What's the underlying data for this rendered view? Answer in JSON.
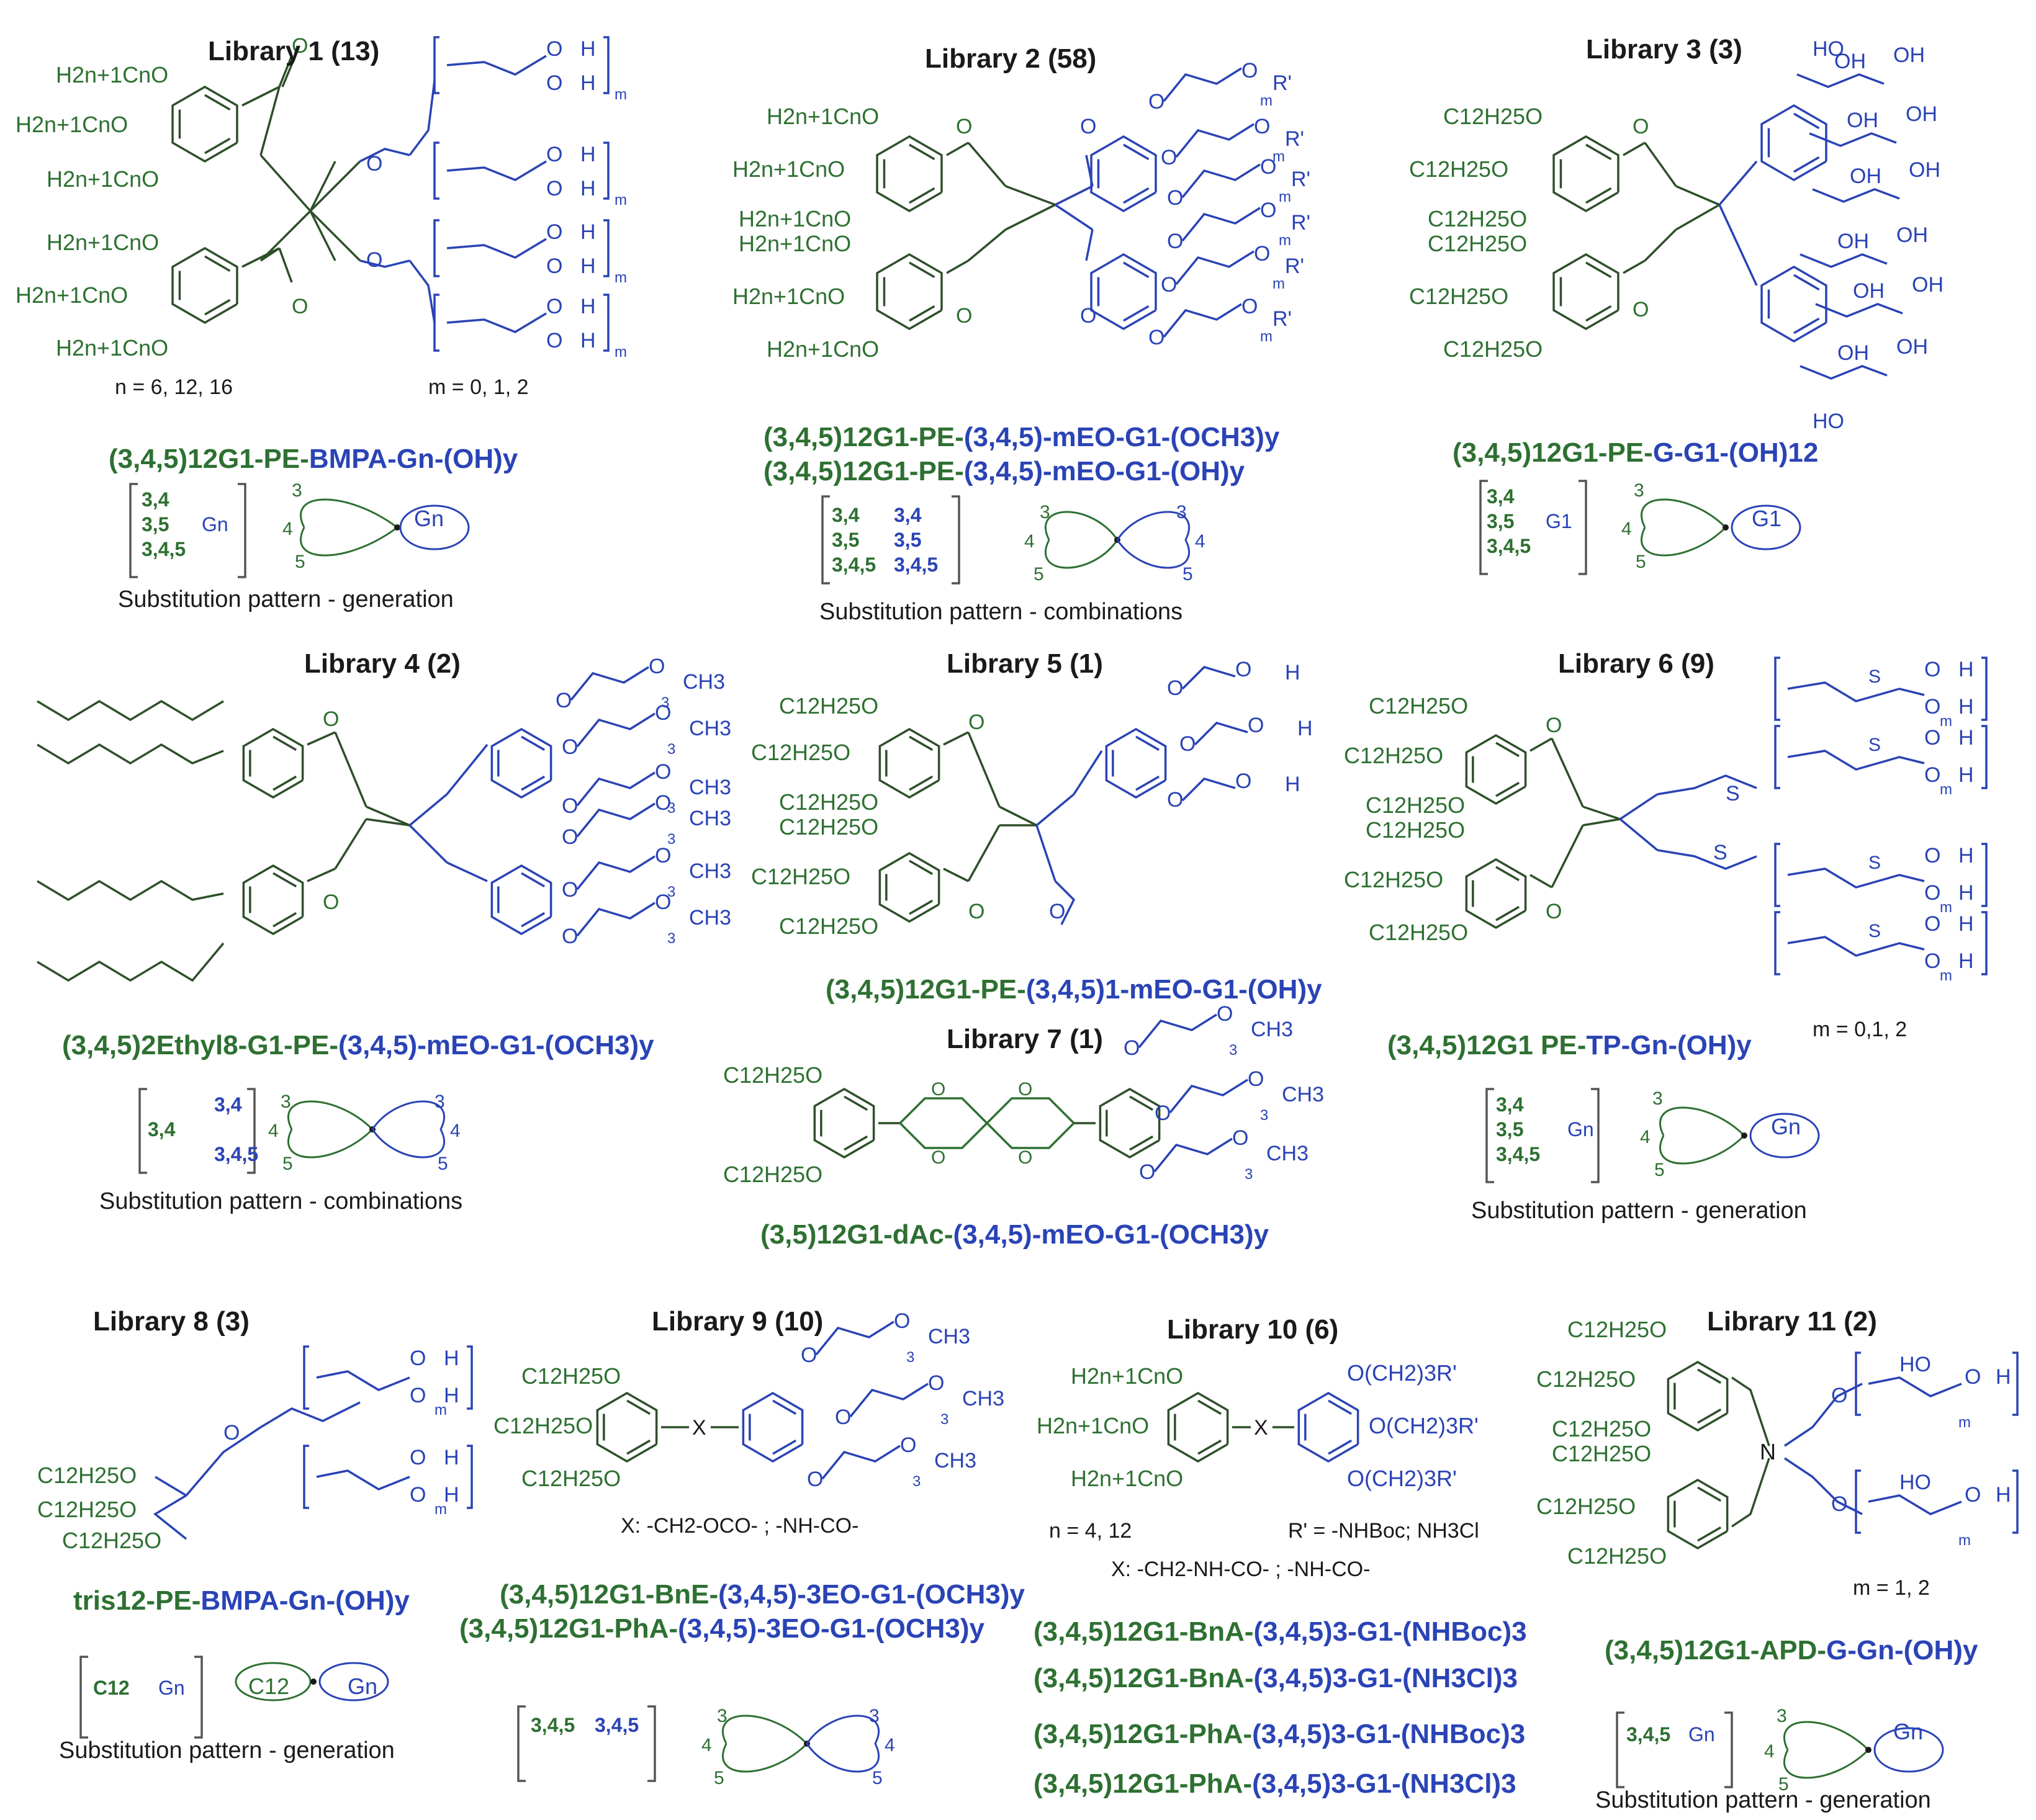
{
  "colors": {
    "hydrophobic": "#2e7032",
    "hydrophilic": "#2a43b5",
    "text": "#1a1a1a",
    "bond": "#2e4f2a"
  },
  "libraries": [
    {
      "title": "Library 1 (13)",
      "labels": {
        "alkyl1": "H2n+1CnO",
        "alkyl2": "H2n+1CnO",
        "alkyl3": "H2n+1CnO",
        "alkyl4": "H2n+1CnO",
        "alkyl5": "H2n+1CnO",
        "alkyl6": "H2n+1CnO",
        "n_note": "n = 6, 12, 16",
        "m_note": "m = 0, 1, 2"
      },
      "name_green": "(3,4,5)12G1-PE-",
      "name_blue": "BMPA-Gn-(OH)y",
      "pattern_left": "3,4\n3,5\n3,4,5",
      "pattern_right": "Gn",
      "cartoon": "Gn",
      "caption": "Substitution pattern - generation"
    },
    {
      "title": "Library 2 (58)",
      "name1_green": "(3,4,5)12G1-PE-",
      "name1_blue": "(3,4,5)-mEO-G1-(OCH3)y",
      "name2_green": "(3,4,5)12G1-PE-",
      "name2_blue": "(3,4,5)-mEO-G1-(OH)y",
      "pattern_left": "3,4\n3,5\n3,4,5",
      "pattern_right": "3,4\n3,5\n3,4,5",
      "caption": "Substitution pattern - combinations"
    },
    {
      "title": "Library 3 (3)",
      "name_green": "(3,4,5)12G1-PE-",
      "name_blue": "G-G1-(OH)12",
      "pattern_left": "3,4\n3,5\n3,4,5",
      "pattern_right": "G1",
      "cartoon": "G1"
    },
    {
      "title": "Library 4 (2)",
      "name_green": "(3,4,5)2Ethyl8-G1-PE-",
      "name_blue": "(3,4,5)-mEO-G1-(OCH3)y",
      "pattern_left": "3,4",
      "pattern_right": "3,4\n\n3,4,5",
      "caption": "Substitution pattern - combinations"
    },
    {
      "title": "Library 5 (1)",
      "name_green": "(3,4,5)12G1-PE-",
      "name_blue": "(3,4,5)1-mEO-G1-(OH)y"
    },
    {
      "title": "Library 6 (9)",
      "name_green": "(3,4,5)12G1 PE-",
      "name_blue": "TP-Gn-(OH)y",
      "m_note": "m = 0,1, 2",
      "pattern_left": "3,4\n3,5\n3,4,5",
      "pattern_right": "Gn",
      "cartoon": "Gn",
      "caption": "Substitution pattern - generation"
    },
    {
      "title": "Library 7 (1)",
      "name_green": "(3,5)12G1-dAc-",
      "name_blue": "(3,4,5)-mEO-G1-(OCH3)y"
    },
    {
      "title": "Library 8 (3)",
      "name_green": "tris12-PE-",
      "name_blue": "BMPA-Gn-(OH)y",
      "pattern_left": "C12",
      "pattern_right": "Gn",
      "cartoon_left": "C12",
      "cartoon": "Gn",
      "caption": "Substitution pattern - generation"
    },
    {
      "title": "Library   9 (10)",
      "x_note": "X: -CH2-OCO- ; -NH-CO-",
      "name1_green": "(3,4,5)12G1-BnE-",
      "name1_blue": "(3,4,5)-3EO-G1-(OCH3)y",
      "name2_green": "(3,4,5)12G1-PhA-",
      "name2_blue": "(3,4,5)-3EO-G1-(OCH3)y",
      "pattern_left": "3,4,5",
      "pattern_right": "3,4,5"
    },
    {
      "title": "Library 10 (6)",
      "n_note": "n = 4, 12",
      "r_note": "R' = -NHBoc; NH3Cl",
      "x_note": "X: -CH2-NH-CO- ;  -NH-CO-",
      "names": [
        {
          "green": "(3,4,5)12G1-BnA-",
          "blue": "(3,4,5)3-G1-(NHBoc)3"
        },
        {
          "green": "(3,4,5)12G1-BnA-",
          "blue": "(3,4,5)3-G1-(NH3Cl)3"
        },
        {
          "green": "(3,4,5)12G1-PhA-",
          "blue": "(3,4,5)3-G1-(NHBoc)3"
        },
        {
          "green": "(3,4,5)12G1-PhA-",
          "blue": "(3,4,5)3-G1-(NH3Cl)3"
        }
      ]
    },
    {
      "title": "Library 11 (2)",
      "m_note": "m = 1, 2",
      "name_green": "(3,4,5)12G1-APD-",
      "name_blue": "G-Gn-(OH)y",
      "pattern_left": "3,4,5",
      "pattern_right": "Gn",
      "cartoon": "Gn",
      "caption": "Substitution pattern - generation"
    }
  ],
  "fragment_labels": {
    "c12": "C12H25O",
    "o": "O",
    "oh": "OH",
    "h": "H",
    "ch3": "CH3",
    "n": "N",
    "s": "S",
    "hn": "H2n+1CnO",
    "och2r": "O(CH2)3R'",
    "x": "X",
    "m": "m",
    "three": "3",
    "rprime": "R'",
    "ho": "HO",
    "four": "4",
    "five": "5"
  }
}
